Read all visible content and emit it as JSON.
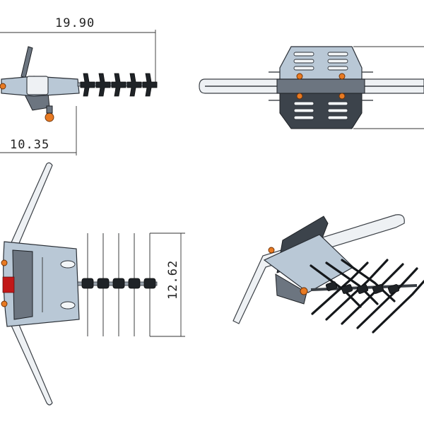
{
  "drawing": {
    "dimensions": {
      "length": "19.90",
      "depth": "10.35",
      "height": "12.62"
    }
  },
  "colors": {
    "housing": "#b9c8d6",
    "dark_plate": "#3c434b",
    "knob": "#e87a22",
    "label": "#c21818",
    "elements": "#1f2327"
  }
}
